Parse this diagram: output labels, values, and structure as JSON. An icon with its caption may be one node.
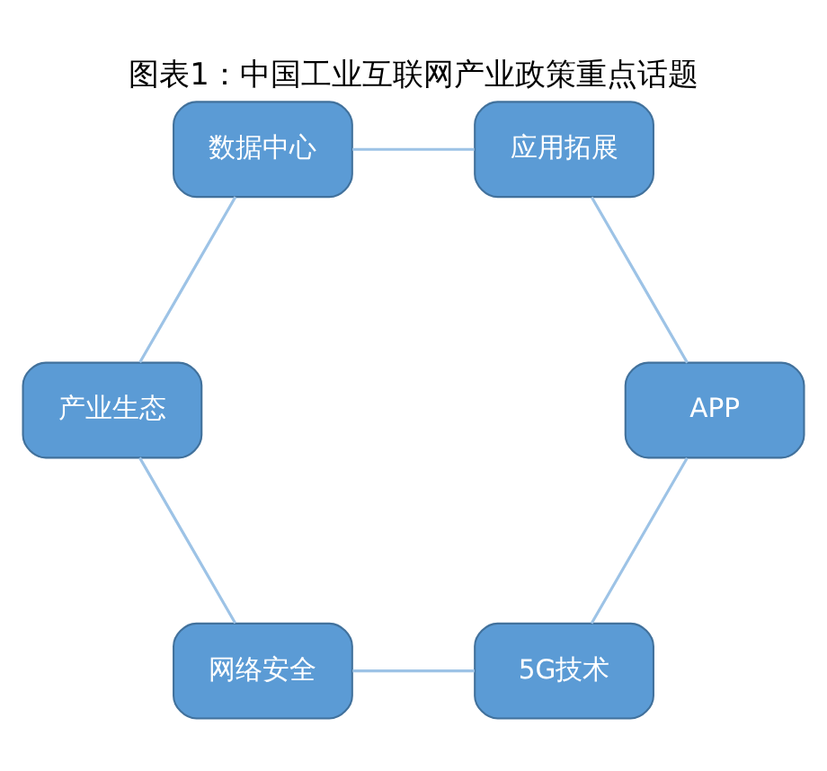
{
  "diagram": {
    "title": "图表1：中国工业互联网产业政策重点话题",
    "nodes": [
      {
        "text": [
          "5G技术"
        ]
      },
      {
        "text": [
          "APP"
        ]
      },
      {
        "text": [
          "网络安全"
        ]
      },
      {
        "text": [
          "应用拓展"
        ]
      },
      {
        "text": [
          "产业生态"
        ]
      },
      {
        "text": [
          "数据中心"
        ]
      }
    ],
    "edges": [
      {
        "from": 0,
        "to": 2,
        "arrow": "none"
      },
      {
        "from": 2,
        "to": 4,
        "arrow": "none"
      },
      {
        "from": 4,
        "to": 5,
        "arrow": "none"
      },
      {
        "from": 5,
        "to": 3,
        "arrow": "none"
      },
      {
        "from": 3,
        "to": 1,
        "arrow": "none"
      },
      {
        "from": 1,
        "to": 0,
        "arrow": "none"
      }
    ]
  }
}
